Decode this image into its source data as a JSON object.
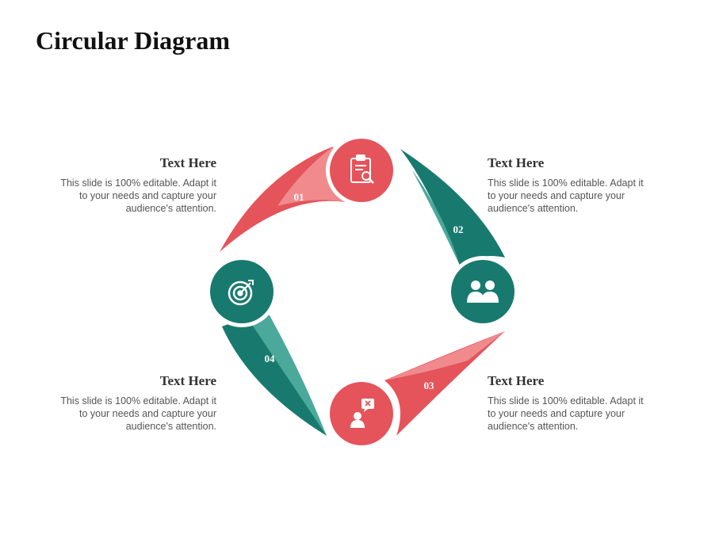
{
  "title": "Circular Diagram",
  "colors": {
    "red": "#e4545a",
    "red_light": "#f08a8d",
    "teal": "#187a6e",
    "teal_light": "#4aa99b"
  },
  "steps": [
    {
      "number": "01",
      "heading": "Text Here",
      "text": "This slide is 100% editable. Adapt it to your needs and capture your audience's attention.",
      "icon": "clipboard-search-icon"
    },
    {
      "number": "02",
      "heading": "Text Here",
      "text": "This slide is 100% editable. Adapt it to your needs and capture your audience's attention.",
      "icon": "users-icon"
    },
    {
      "number": "03",
      "heading": "Text Here",
      "text": "This slide is 100% editable. Adapt it to your needs and capture your audience's attention.",
      "icon": "person-message-icon"
    },
    {
      "number": "04",
      "heading": "Text Here",
      "text": "This slide is 100% editable. Adapt it to your needs and capture your audience's attention.",
      "icon": "target-icon"
    }
  ]
}
